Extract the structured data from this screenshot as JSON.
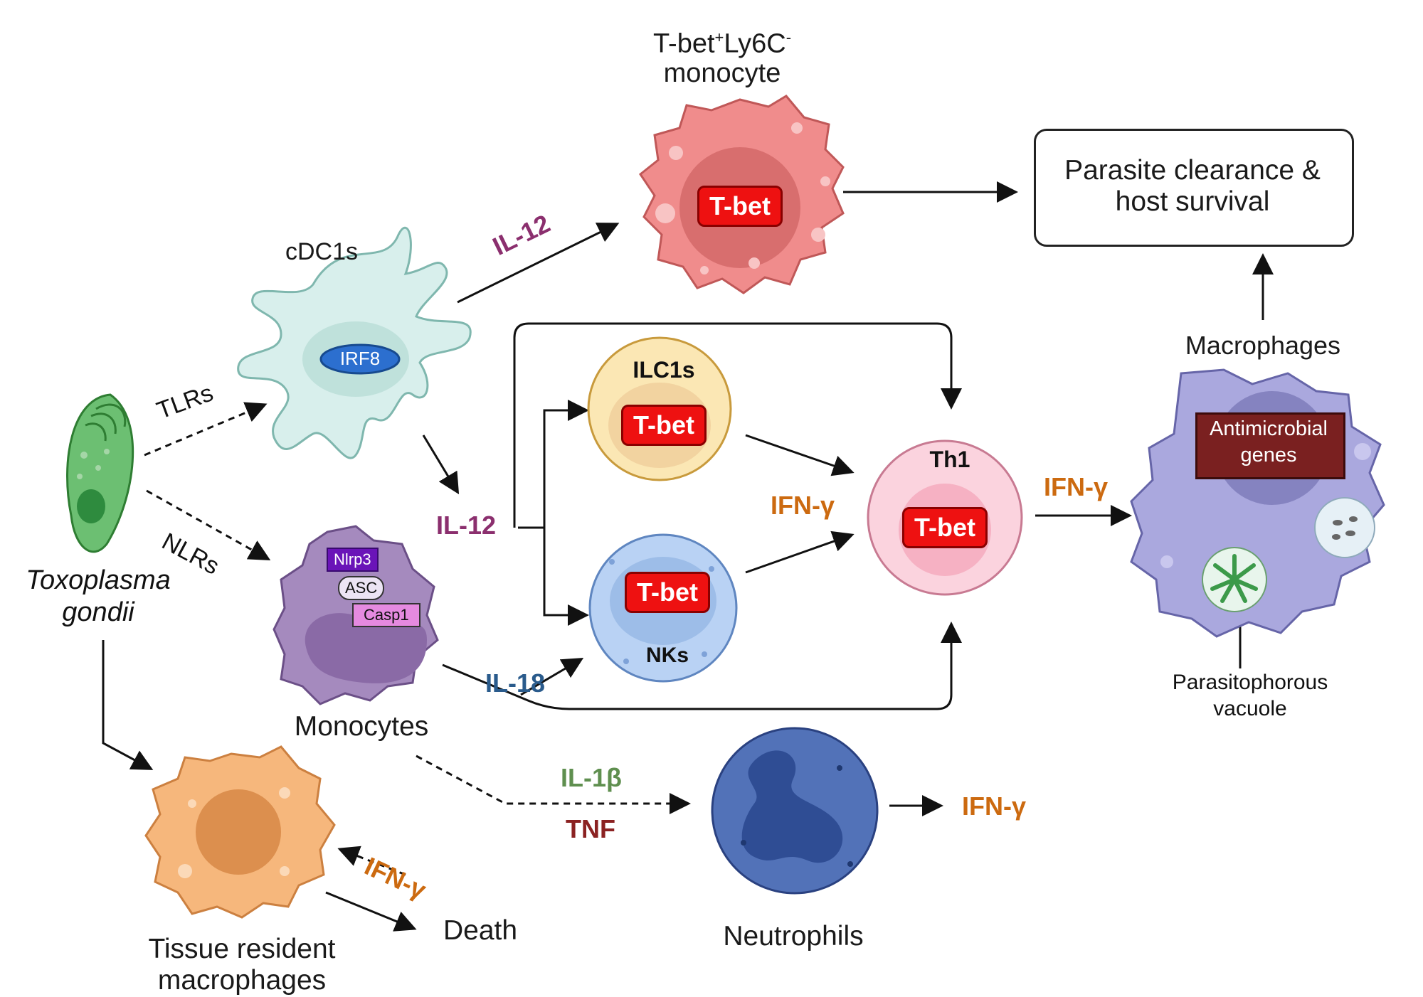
{
  "outcome": {
    "line1": "Parasite clearance &",
    "line2": "host survival"
  },
  "parasite": {
    "line1": "Toxoplasma",
    "line2": "gondii"
  },
  "receptors": {
    "tlrs": "TLRs",
    "nlrs": "NLRs"
  },
  "cells": {
    "cdc1": {
      "label": "cDC1s",
      "nucleus": "IRF8"
    },
    "tbet_monocyte": {
      "label_prefix": "T-bet",
      "sup1": "+",
      "label_mid": "Ly6C",
      "sup2": "-",
      "label_line2": "monocyte",
      "nucleus": "T-bet"
    },
    "monocytes": {
      "label": "Monocytes",
      "nlrp3": "Nlrp3",
      "asc": "ASC",
      "casp1": "Casp1"
    },
    "ilc1": {
      "label": "ILC1s",
      "nucleus": "T-bet"
    },
    "nk": {
      "label": "NKs",
      "nucleus": "T-bet"
    },
    "th1": {
      "label": "Th1",
      "nucleus": "T-bet"
    },
    "macrophages": {
      "label": "Macrophages",
      "genes_line1": "Antimicrobial",
      "genes_line2": "genes",
      "vacuole_line1": "Parasitophorous",
      "vacuole_line2": "vacuole"
    },
    "tissue_macrophages": {
      "line1": "Tissue resident",
      "line2": "macrophages"
    },
    "neutrophils": {
      "label": "Neutrophils"
    }
  },
  "cytokines": {
    "il12_top": "IL-12",
    "il12_mid": "IL-12",
    "il18": "IL-18",
    "ifng_center": "IFN-γ",
    "ifng_th1": "IFN-γ",
    "ifng_neutro": "IFN-γ",
    "ifng_tissue": "IFN-γ",
    "il1b": "IL-1β",
    "tnf": "TNF"
  },
  "death": "Death",
  "colors": {
    "il12": "#8b2f6e",
    "il18": "#2a5b8c",
    "ifng": "#cc6a10",
    "il1b": "#5f8f4f",
    "tnf": "#8b2222",
    "tbet": "#ee1111"
  }
}
